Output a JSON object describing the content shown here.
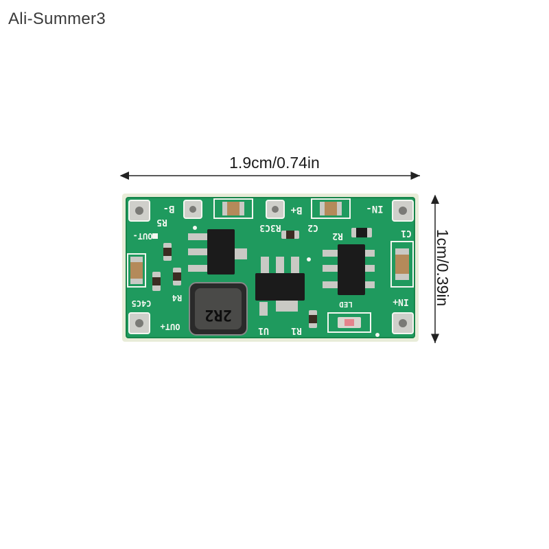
{
  "watermark": "Ali-Summer3",
  "dimensions": {
    "width_label": "1.9cm/0.74in",
    "height_label": "1cm/0.39in"
  },
  "pcb": {
    "inductor_marking": "2R2",
    "silkscreen": {
      "b_minus": "B-",
      "b_plus": "B+",
      "in_minus": "IN-",
      "in_plus": "IN+",
      "out_minus": "OUT-",
      "out_plus": "OUT+",
      "r5": "R5",
      "r3c3": "R3C3",
      "c2": "C2",
      "r2": "R2",
      "c1": "C1",
      "c4c5": "C4C5",
      "r4": "R4",
      "u1": "U1",
      "r1": "R1",
      "led": "LED"
    }
  },
  "colors": {
    "board_green": "#1f9a5e",
    "board_edge": "#e8ecd8",
    "silkscreen": "#f4f7f1",
    "pad_silver": "#c9c9c4",
    "chip_black": "#1b1b1b"
  }
}
